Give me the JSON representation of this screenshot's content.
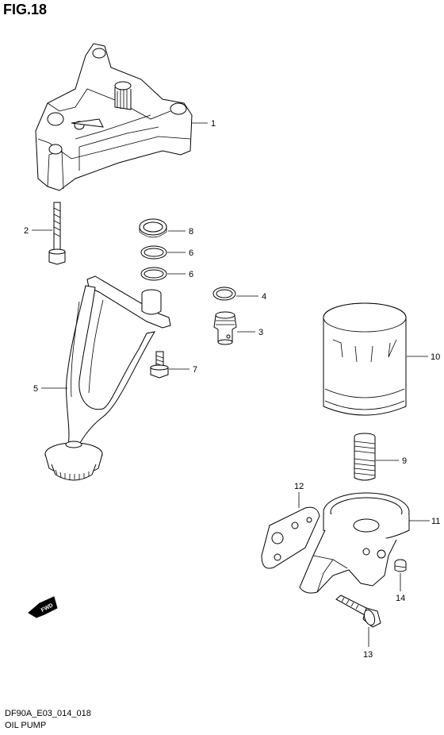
{
  "figure": {
    "title": "FIG.18",
    "code": "DF90A_E03_014_018",
    "name": "OIL PUMP"
  },
  "fwd_badge": "FWD",
  "callouts": [
    "1",
    "2",
    "8",
    "6",
    "6",
    "4",
    "3",
    "7",
    "5",
    "10",
    "9",
    "12",
    "11",
    "14",
    "13"
  ]
}
